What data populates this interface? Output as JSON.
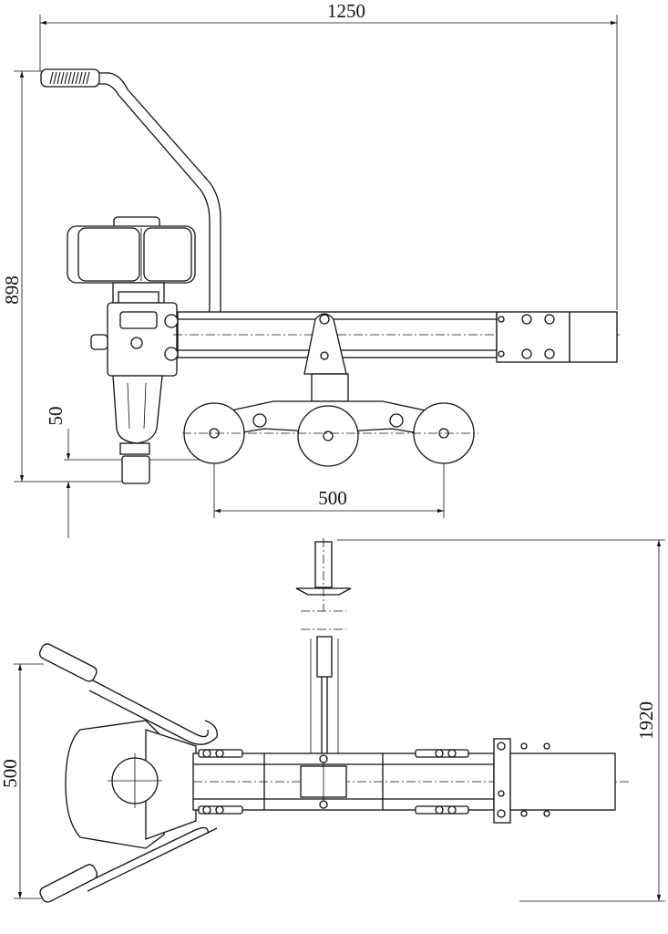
{
  "dimensions": {
    "overall_width": "1250",
    "overall_height": "898",
    "offset": "50",
    "wheel_spacing": "500",
    "plan_length": "1920",
    "plan_width": "500"
  }
}
